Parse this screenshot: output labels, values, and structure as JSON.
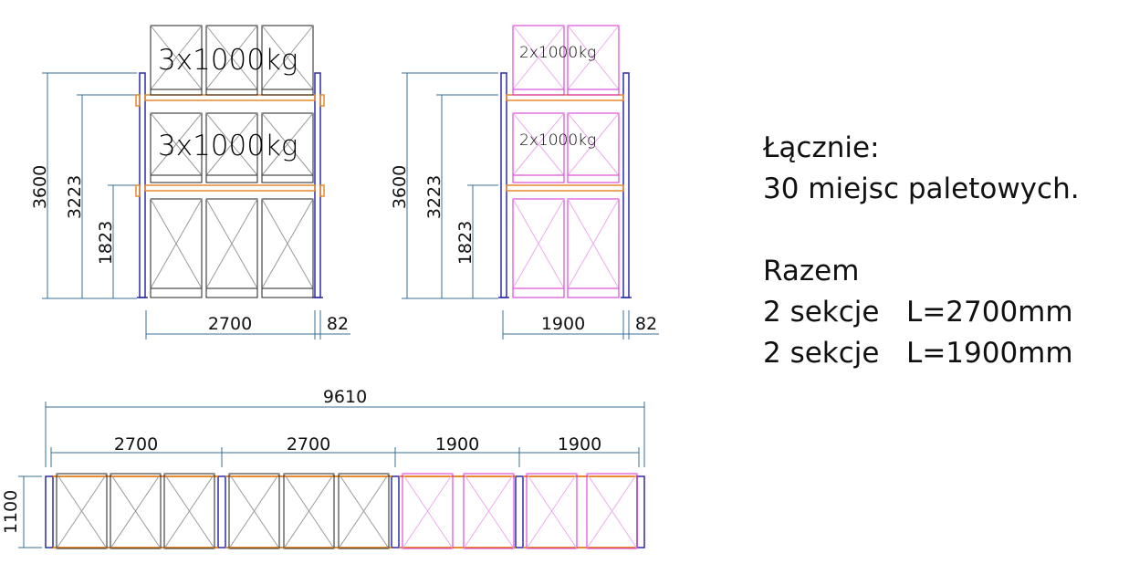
{
  "colors": {
    "frame": "#2b2ba8",
    "beam": "#e88a2e",
    "pallet_standard": "#222222",
    "pallet_highlight": "#d42ad4",
    "dimension_line": "#3a6e95",
    "text": "#111111"
  },
  "rack_a": {
    "load_labels": [
      "3x1000kg",
      "3x1000kg"
    ],
    "heights": [
      "3600",
      "3223",
      "1823"
    ],
    "width_label": "2700",
    "depth_label": "82"
  },
  "rack_b": {
    "load_labels": [
      "2x1000kg",
      "2x1000kg"
    ],
    "heights": [
      "3600",
      "3223",
      "1823"
    ],
    "width_label": "1900",
    "depth_label": "82"
  },
  "plan": {
    "total_label": "9610",
    "section_labels": [
      "2700",
      "2700",
      "1900",
      "1900"
    ],
    "depth_label": "1100"
  },
  "summary": {
    "line1": "Łącznie:",
    "line2": "30 miejsc paletowych.",
    "line3": "Razem",
    "line4": "2 sekcje   L=2700mm",
    "line5": "2 sekcje   L=1900mm"
  }
}
